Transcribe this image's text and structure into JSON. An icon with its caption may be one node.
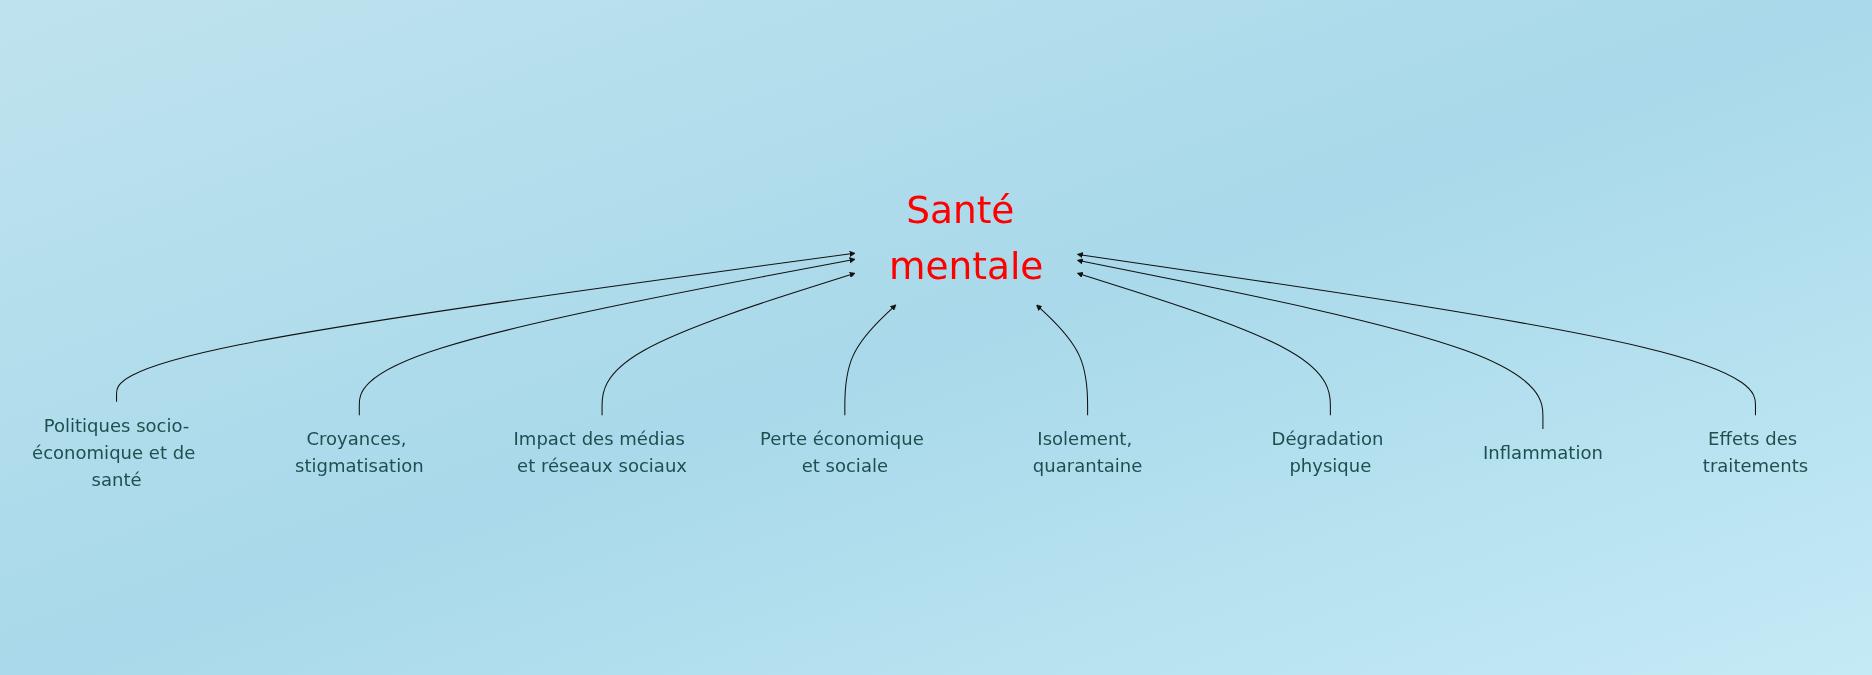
{
  "diagram": {
    "nodes": [
      {
        "text": [
          "Santé mentale"
        ]
      },
      {
        "text": [
          "Politiques socio-économique et de santé"
        ]
      },
      {
        "text": [
          "Croyances, stigmatisation"
        ]
      },
      {
        "text": [
          "Impact des médias et réseaux sociaux"
        ]
      },
      {
        "text": [
          "Perte économique et sociale"
        ]
      },
      {
        "text": [
          "Isolement, quarantaine"
        ]
      },
      {
        "text": [
          "Dégradation physique"
        ]
      },
      {
        "text": [
          "Inflammation"
        ]
      },
      {
        "text": [
          "Effets des traitements"
        ]
      }
    ],
    "edges": [
      {
        "from": 1,
        "to": 0,
        "arrow": "to"
      },
      {
        "from": 2,
        "to": 0,
        "arrow": "to"
      },
      {
        "from": 3,
        "to": 0,
        "arrow": "to"
      },
      {
        "from": 4,
        "to": 0,
        "arrow": "to"
      },
      {
        "from": 5,
        "to": 0,
        "arrow": "to"
      },
      {
        "from": 6,
        "to": 0,
        "arrow": "to"
      },
      {
        "from": 7,
        "to": 0,
        "arrow": "to"
      },
      {
        "from": 8,
        "to": 0,
        "arrow": "to"
      }
    ]
  }
}
